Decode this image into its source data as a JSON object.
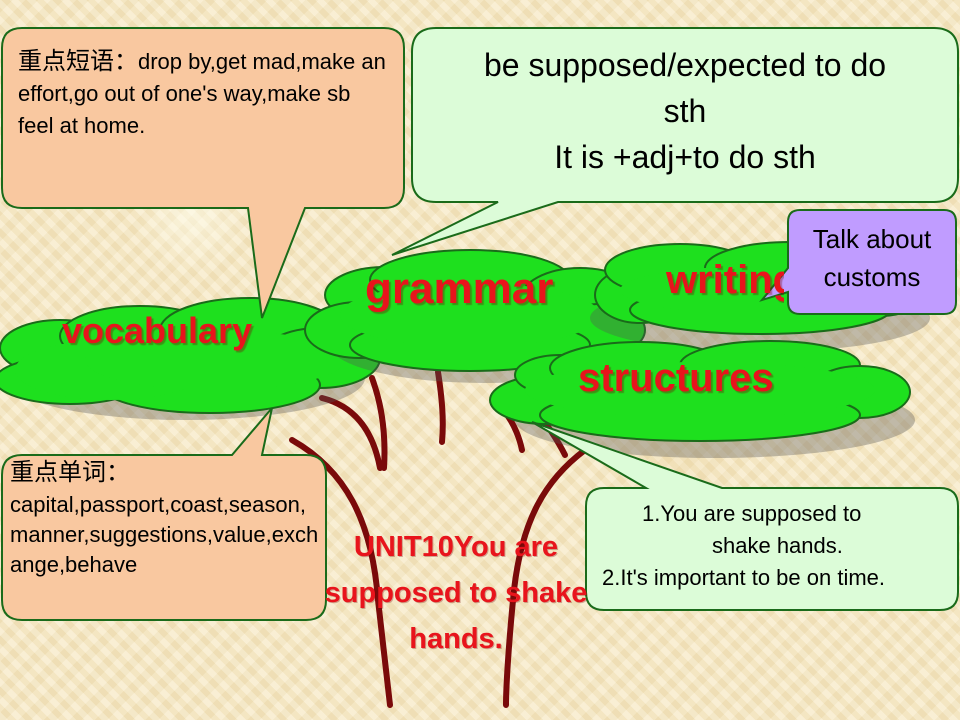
{
  "slide": {
    "title": "UNIT10You are supposed to shake hands."
  },
  "clouds": {
    "vocabulary": "vocabulary",
    "grammar": "grammar",
    "writing": "writing",
    "structures": "structures"
  },
  "callouts": {
    "phrases": {
      "heading": "重点短语：",
      "text": "drop by,get mad,make an effort,go out of one's way,make sb feel at home."
    },
    "words": {
      "heading": "重点单词：",
      "text": "capital,passport,coast,season,manner,suggestions,value,exchange,behave"
    },
    "grammar": {
      "line1": "be supposed/expected to do",
      "line2": "sth",
      "line3": "It is +adj+to do sth"
    },
    "writing": {
      "line1": "Talk about",
      "line2": "customs"
    },
    "structures": {
      "line1": "1.You are supposed to",
      "line2": "shake hands.",
      "line3": "2.It's important to be on time."
    }
  },
  "colors": {
    "cloud_fill": "#1ee01e",
    "cloud_stroke": "#1a6b1a",
    "orange_callout": "#f9c8a0",
    "green_callout": "#dcfcd8",
    "purple_callout": "#c09cff",
    "trunk": "#7a0a0a",
    "label_red": "#e8141c"
  }
}
